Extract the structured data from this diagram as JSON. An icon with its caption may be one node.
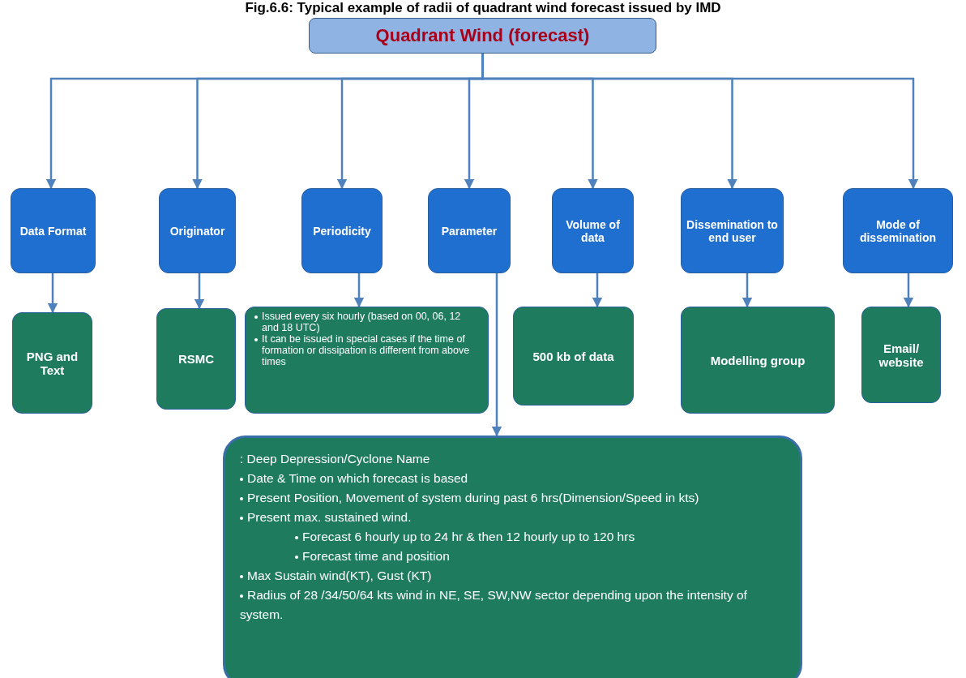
{
  "diagram": {
    "title": "Fig.6.6: Typical example of radii of quadrant wind forecast issued by IMD",
    "nodes": [
      {
        "text": [
          "Quadrant Wind (forecast)"
        ]
      },
      {
        "text": [
          "Data Format"
        ]
      },
      {
        "text": [
          "Originator"
        ]
      },
      {
        "text": [
          "Periodicity"
        ]
      },
      {
        "text": [
          "Parameter"
        ]
      },
      {
        "text": [
          "Volume of data"
        ]
      },
      {
        "text": [
          "Dissemination to end user"
        ]
      },
      {
        "text": [
          "Mode of dissemination"
        ]
      },
      {
        "text": [
          "PNG and Text"
        ]
      },
      {
        "text": [
          "RSMC"
        ]
      },
      {
        "text": [
          "Issued every six hourly (based on 00, 06, 12 and 18 UTC)",
          "It can be issued in special cases if the time of formation or dissipation is different from above times"
        ]
      },
      {
        "text": [
          "500 kb of data"
        ]
      },
      {
        "text": [
          "Modelling group"
        ]
      },
      {
        "text": [
          "Email/ website"
        ]
      },
      {
        "text": [
          ": Deep Depression/Cyclone Name",
          "Date & Time on which forecast is based",
          "Present Position, Movement of system during past 6 hrs(Dimension/Speed in kts)",
          "Present max. sustained wind.",
          "Forecast 6 hourly up to 24 hr & then 12 hourly up to 120 hrs",
          "Forecast time and position",
          "Max Sustain wind(KT), Gust (KT)",
          "Radius of 28 /34/50/64 kts wind in NE, SE, SW,NW sector depending upon the intensity of system."
        ]
      }
    ],
    "edges": [
      {
        "from": 0,
        "to": 1,
        "arrow": "to"
      },
      {
        "from": 0,
        "to": 2,
        "arrow": "to"
      },
      {
        "from": 0,
        "to": 3,
        "arrow": "to"
      },
      {
        "from": 0,
        "to": 4,
        "arrow": "to"
      },
      {
        "from": 0,
        "to": 5,
        "arrow": "to"
      },
      {
        "from": 0,
        "to": 6,
        "arrow": "to"
      },
      {
        "from": 0,
        "to": 7,
        "arrow": "to"
      },
      {
        "from": 1,
        "to": 8,
        "arrow": "to"
      },
      {
        "from": 2,
        "to": 9,
        "arrow": "to"
      },
      {
        "from": 3,
        "to": 10,
        "arrow": "to"
      },
      {
        "from": 5,
        "to": 11,
        "arrow": "to"
      },
      {
        "from": 6,
        "to": 12,
        "arrow": "to"
      },
      {
        "from": 7,
        "to": 13,
        "arrow": "to"
      },
      {
        "from": 4,
        "to": 14,
        "arrow": "to"
      }
    ]
  }
}
